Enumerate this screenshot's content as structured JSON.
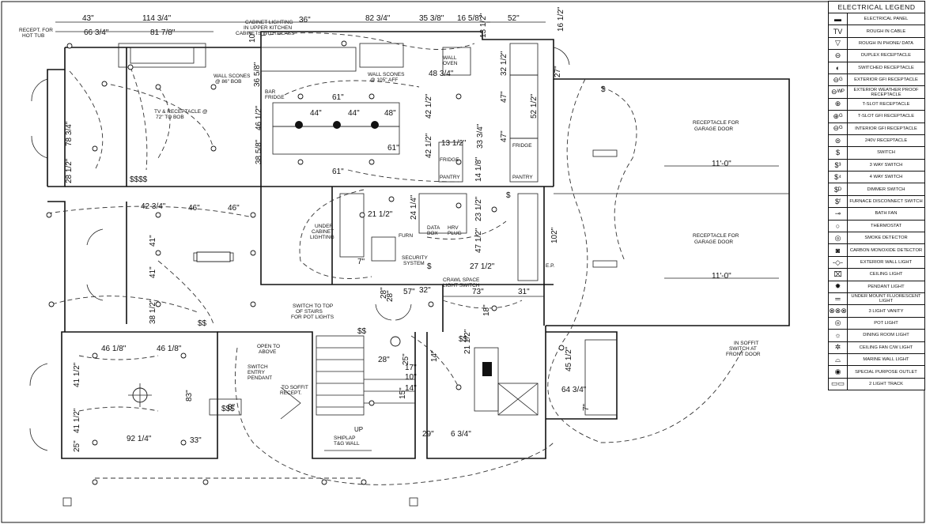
{
  "dims": {
    "d1": "43\"",
    "d2": "114 3/4\"",
    "d3": "66 3/4\"",
    "d4": "81 7/8\"",
    "d5": "36\"",
    "d6": "82 3/4\"",
    "d7": "35 3/8\"",
    "d8": "16 5/8\"",
    "d9": "52\"",
    "d10": "16 1/2\"",
    "d11": "13 1/2\"",
    "d12": "10\"",
    "d13": "36 5/8\"",
    "d14": "78 3/4\"",
    "d15": "28 1/2\"",
    "d16": "61\"",
    "d17": "44\"",
    "d18": "44\"",
    "d19": "48\"",
    "d20": "46 1/2\"",
    "d21": "38 5/8\"",
    "d22": "42 1/2\"",
    "d23": "42 1/2\"",
    "d24": "61\"",
    "d25": "61\"",
    "d26": "32 1/2\"",
    "d27": "27\"",
    "d28": "47\"",
    "d29": "52 1/2\"",
    "d30": "47\"",
    "d31": "42 3/4\"",
    "d32": "46\"",
    "d33": "46\"",
    "d34": "41\"",
    "d35": "41\"",
    "d36": "38 1/2\"",
    "d37": "21 1/2\"",
    "d38": "24 1/4\"",
    "d39": "23 1/2\"",
    "d40": "47 1/2\"",
    "d41": "27 1/2\"",
    "d42": "32\"",
    "d43": "57\"",
    "d44": "28\"",
    "d45": "73\"",
    "d46": "31\"",
    "d47": "102\"",
    "d48": "18\"",
    "d49": "11'-0\"",
    "d50": "11'-0\"",
    "d51": "46 1/8\"",
    "d52": "46 1/8\"",
    "d53": "41 1/2\"",
    "d54": "41 1/2\"",
    "d55": "83\"",
    "d56": "92 1/4\"",
    "d57": "33\"",
    "d58": "25\"",
    "d59": "28\"",
    "d60": "25\"",
    "d61": "21 1/2\"",
    "d62": "14\"",
    "d63": "45 1/2\"",
    "d64": "64 3/4\"",
    "d65": "29\"",
    "d66": "6 3/4\"",
    "d67": "48 3/4\"",
    "d68": "33 3/4\"",
    "d69": "13 1/2\"",
    "d70": "14 1/8\"",
    "d71": "7\"",
    "d72": "28\"",
    "d73": "15\"",
    "d74": "10\"",
    "d75": "14\"",
    "d76": "17\"",
    "d77": "8\"",
    "d78": "7\""
  },
  "notes": {
    "recept_hot_tub_1": "RECEPT. FOR",
    "recept_hot_tub_2": "HOT TUB",
    "cab_light_1": "CABINET LIGHTING",
    "cab_light_2": "IN UPPER KITCHEN",
    "cab_light_3": "CABINETS WITH GLASS",
    "wall_sconces_1a": "WALL SCONES",
    "wall_sconces_1b": "@ 86\" BOB",
    "wall_sconces_2a": "WALL SCONES",
    "wall_sconces_2b": "@ 105\" AFF",
    "tv_recept_1": "TV & RECEPTACLE @",
    "tv_recept_2": "72\" TO BOB",
    "bar_fridge_1": "BAR",
    "bar_fridge_2": "FRIDGE",
    "wall_oven_1": "WALL",
    "wall_oven_2": "OVEN",
    "fridge_1": "FRIDGE",
    "fridge_2": "FRIDGE",
    "pantry_1": "PANTRY",
    "pantry_2": "PANTRY",
    "garage_recept_1a": "RECEPTACLE FOR",
    "garage_recept_1b": "GARAGE DOOR",
    "garage_recept_2a": "RECEPTACLE FOR",
    "garage_recept_2b": "GARAGE DOOR",
    "under_cab_1": "UNDER",
    "under_cab_2": "CABINET",
    "under_cab_3": "LIGHTING",
    "data_box_1": "DATA",
    "data_box_2": "BOX",
    "furn": "FURN",
    "h_plug_1": "HRV",
    "h_plug_2": "PLUG",
    "security_1": "SECURITY",
    "security_2": "SYSTEM",
    "crawl_1": "CRAWL SPACE",
    "crawl_2": "LIGHT SWITCH",
    "ep": "E.P.",
    "switch_top_1": "SWITCH TO TOP",
    "switch_top_2": "OF STAIRS",
    "switch_top_3": "FOR POT LIGHTS",
    "open_above_1": "OPEN TO",
    "open_above_2": "ABOVE",
    "switch_entry_1": "SWITCH",
    "switch_entry_2": "ENTRY",
    "switch_entry_3": "PENDANT",
    "soffit_recept_1": "TO SOFFIT",
    "soffit_recept_2": "RECEPT.",
    "shiplap_1": "SHIPLAP",
    "shiplap_2": "T&G WALL",
    "up": "UP",
    "soffit_switch_1": "IN SOFFIT",
    "soffit_switch_2": "SWITCH AT",
    "soffit_switch_3": "FRONT DOOR"
  },
  "legend": {
    "title": "ELECTRICAL LEGEND",
    "items": [
      {
        "symbol": "▬",
        "label": "ELECTRICAL PANEL"
      },
      {
        "symbol": "TV",
        "label": "ROUGH IN CABLE"
      },
      {
        "symbol": "▽",
        "label": "ROUGH IN PHONE/ DATA"
      },
      {
        "symbol": "⊖",
        "label": "DUPLEX RECEPTACLE"
      },
      {
        "symbol": "◐",
        "label": "SWITCHED RECEPTACLE"
      },
      {
        "symbol": "⊖ᴳ",
        "label": "EXTERIOR GFI RECEPTACLE"
      },
      {
        "symbol": "⊖ᵂᴾ",
        "label": "EXTERIOR WEATHER PROOF RECEPTACLE"
      },
      {
        "symbol": "⊕",
        "label": "T-SLOT RECEPTACLE"
      },
      {
        "symbol": "⊕ᴳ",
        "label": "T-SLOT GFI RECEPTACLE"
      },
      {
        "symbol": "⊖ᴳ",
        "label": "INTERIOR GFI RECEPTACLE"
      },
      {
        "symbol": "⊜",
        "label": "240V RECEPTACLE"
      },
      {
        "symbol": "$",
        "label": "SWITCH"
      },
      {
        "symbol": "$³",
        "label": "3 WAY SWITCH"
      },
      {
        "symbol": "$⁴",
        "label": "4 WAY SWITCH"
      },
      {
        "symbol": "$ᴰ",
        "label": "DIMMER SWITCH"
      },
      {
        "symbol": "$ᶠ",
        "label": "FURNACE DISCONNECT SWITCH"
      },
      {
        "symbol": "⊸",
        "label": "BATH FAN"
      },
      {
        "symbol": "○",
        "label": "THERMOSTAT"
      },
      {
        "symbol": "◎",
        "label": "SMOKE DETECTOR"
      },
      {
        "symbol": "◙",
        "label": "CARBON MONOXIDE DETECTOR"
      },
      {
        "symbol": "-◇-",
        "label": "EXTERIOR WALL LIGHT"
      },
      {
        "symbol": "⌧",
        "label": "CEILING LIGHT"
      },
      {
        "symbol": "✹",
        "label": "PENDANT LIGHT"
      },
      {
        "symbol": "═",
        "label": "UNDER MOUNT FLUORESCENT LIGHT"
      },
      {
        "symbol": "⊗⊗⊗",
        "label": "3 LIGHT VANITY"
      },
      {
        "symbol": "◎",
        "label": "POT LIGHT"
      },
      {
        "symbol": "☼",
        "label": "DINING ROOM LIGHT"
      },
      {
        "symbol": "✲",
        "label": "CEILING FAN C/W LIGHT"
      },
      {
        "symbol": "⌓",
        "label": "MARINE WALL LIGHT"
      },
      {
        "symbol": "◉",
        "label": "SPECIAL PURPOSE OUTLET"
      },
      {
        "symbol": "▭▭",
        "label": "2 LIGHT TRACK"
      }
    ]
  }
}
